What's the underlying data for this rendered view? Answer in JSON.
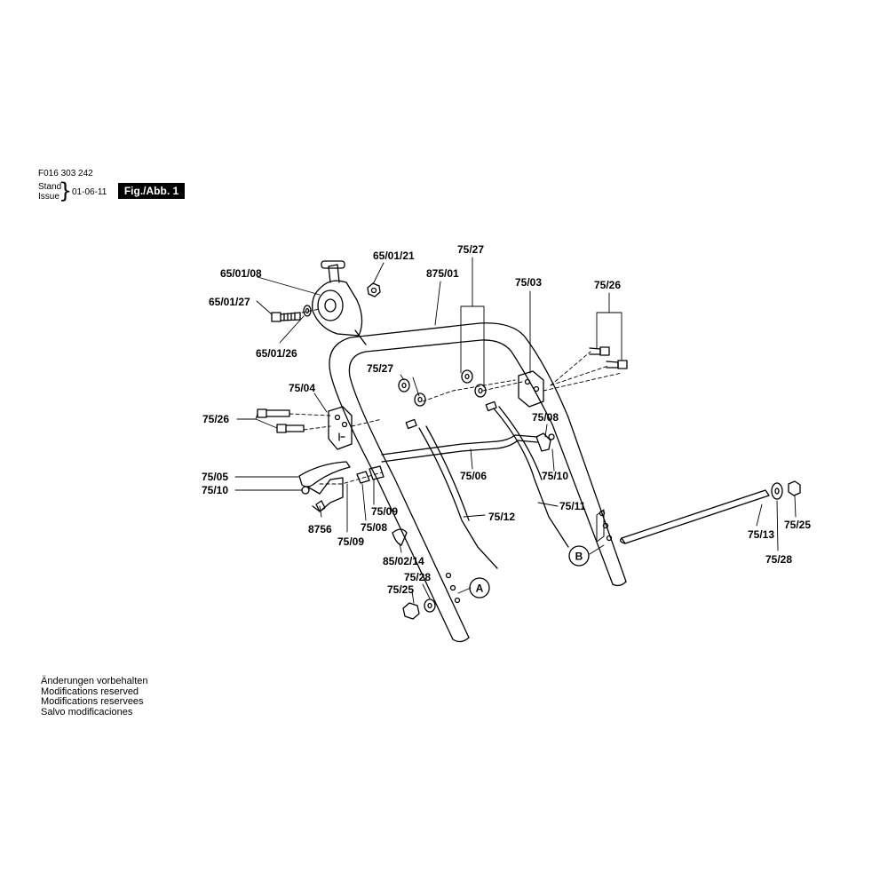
{
  "header": {
    "doc_number": "F016 303 242",
    "stand": "Stand",
    "issue": "Issue",
    "date": "01-06-11",
    "figure": "Fig./Abb. 1"
  },
  "parts": {
    "p65_01_08": "65/01/08",
    "p65_01_21": "65/01/21",
    "p65_01_27": "65/01/27",
    "p65_01_26": "65/01/26",
    "p875_01": "875/01",
    "p75_27_top": "75/27",
    "p75_03": "75/03",
    "p75_26_right": "75/26",
    "p75_27_mid": "75/27",
    "p75_04": "75/04",
    "p75_26_left": "75/26",
    "p75_08_right": "75/08",
    "p75_10_right": "75/10",
    "p75_06": "75/06",
    "p75_05": "75/05",
    "p75_10_left": "75/10",
    "p75_09_a": "75/09",
    "p75_08_left": "75/08",
    "p8756": "8756",
    "p75_09_b": "75/09",
    "p75_12": "75/12",
    "p75_11": "75/11",
    "p85_02_14": "85/02/14",
    "p75_28_left": "75/28",
    "p75_25_left": "75/25",
    "p75_13": "75/13",
    "p75_25_right": "75/25",
    "p75_28_right": "75/28",
    "callout_a": "A",
    "callout_b": "B"
  },
  "footer": {
    "line1": "Änderungen vorbehalten",
    "line2": "Modifications reserved",
    "line3": "Modifications reservees",
    "line4": "Salvo modificaciones"
  }
}
